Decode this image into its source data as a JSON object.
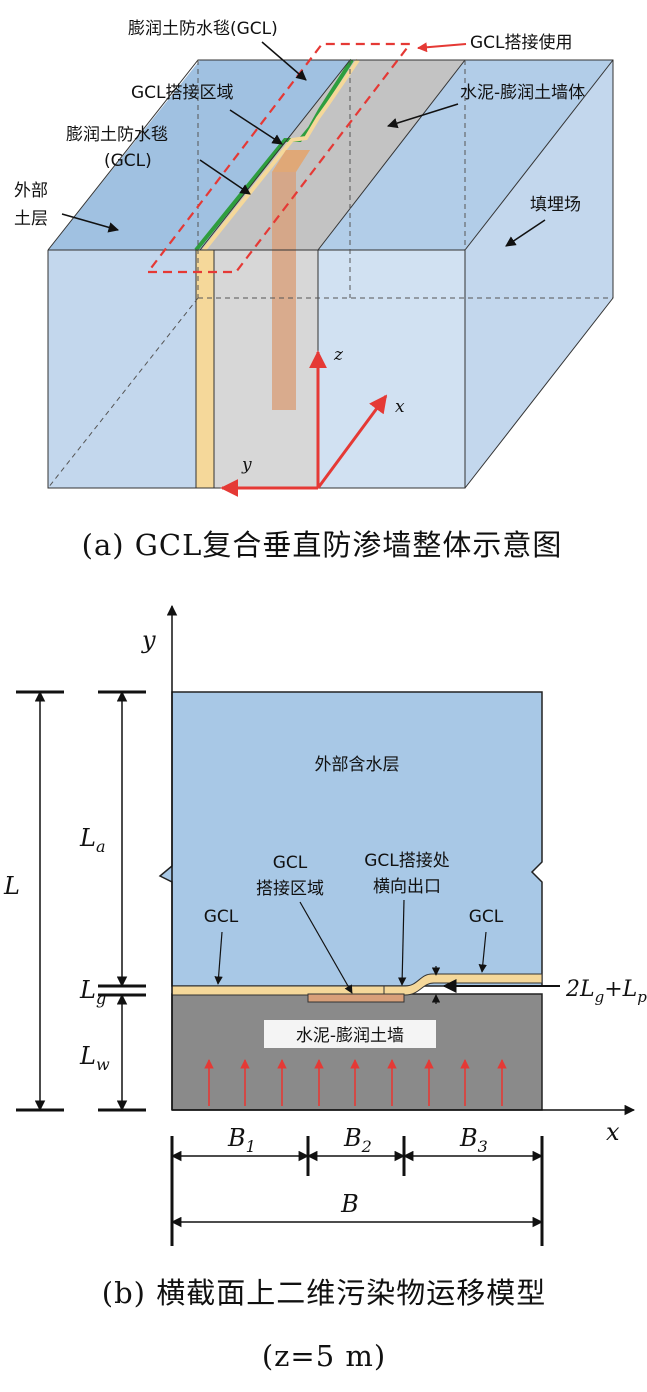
{
  "figure_a": {
    "labels": {
      "gcl_top": "膨润土防水毯(GCL)",
      "gcl_overlap_use": "GCL搭接使用",
      "gcl_overlap_zone": "GCL搭接区域",
      "cement_wall": "水泥-膨润土墙体",
      "gcl_left_1": "膨润土防水毯",
      "gcl_left_2": "(GCL)",
      "outer_soil_1": "外部",
      "outer_soil_2": "土层",
      "landfill": "填埋场"
    },
    "axes": {
      "x": "x",
      "y": "y",
      "z": "z"
    },
    "caption": "(a) GCL复合垂直防渗墙整体示意图"
  },
  "figure_b": {
    "labels": {
      "aquifer": "外部含水层",
      "gcl_left": "GCL",
      "gcl_right": "GCL",
      "overlap_zone_1": "GCL",
      "overlap_zone_2": "搭接区域",
      "exit_1": "GCL搭接处",
      "exit_2": "横向出口",
      "cement_wall": "水泥-膨润土墙",
      "thickness_label": "2L",
      "thickness_sub_g": "g",
      "thickness_plus": "+L",
      "thickness_sub_p": "p"
    },
    "dims": {
      "L": "L",
      "La": "L",
      "La_sub": "a",
      "Lg": "L",
      "Lg_sub": "g",
      "Lw": "L",
      "Lw_sub": "w",
      "B1": "B",
      "B1_sub": "1",
      "B2": "B",
      "B2_sub": "2",
      "B3": "B",
      "B3_sub": "3",
      "B": "B"
    },
    "axes": {
      "x": "x",
      "y": "y"
    },
    "caption_line1": "(b) 横截面上二维污染物运移模型",
    "caption_line2": "(z=5 m)"
  },
  "colors": {
    "water": "#a8c8e6",
    "soil_light": "#c4d8ec",
    "gcl": "#f5d89a",
    "wall": "#8a8a8a",
    "arrow_red": "#e53935",
    "overlap_fill": "#d9a07a"
  }
}
